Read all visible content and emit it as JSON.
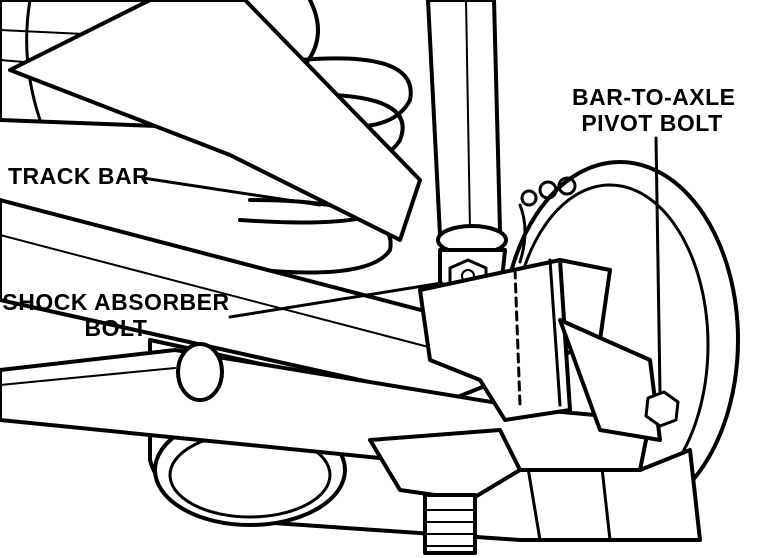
{
  "labels": {
    "bar_to_axle_line1": "BAR-TO-AXLE",
    "bar_to_axle_line2": "PIVOT BOLT",
    "track_bar": "TRACK BAR",
    "shock_line1": "SHOCK ABSORBER",
    "shock_line2": "BOLT"
  },
  "colors": {
    "ink": "#000000",
    "paper": "#ffffff"
  }
}
